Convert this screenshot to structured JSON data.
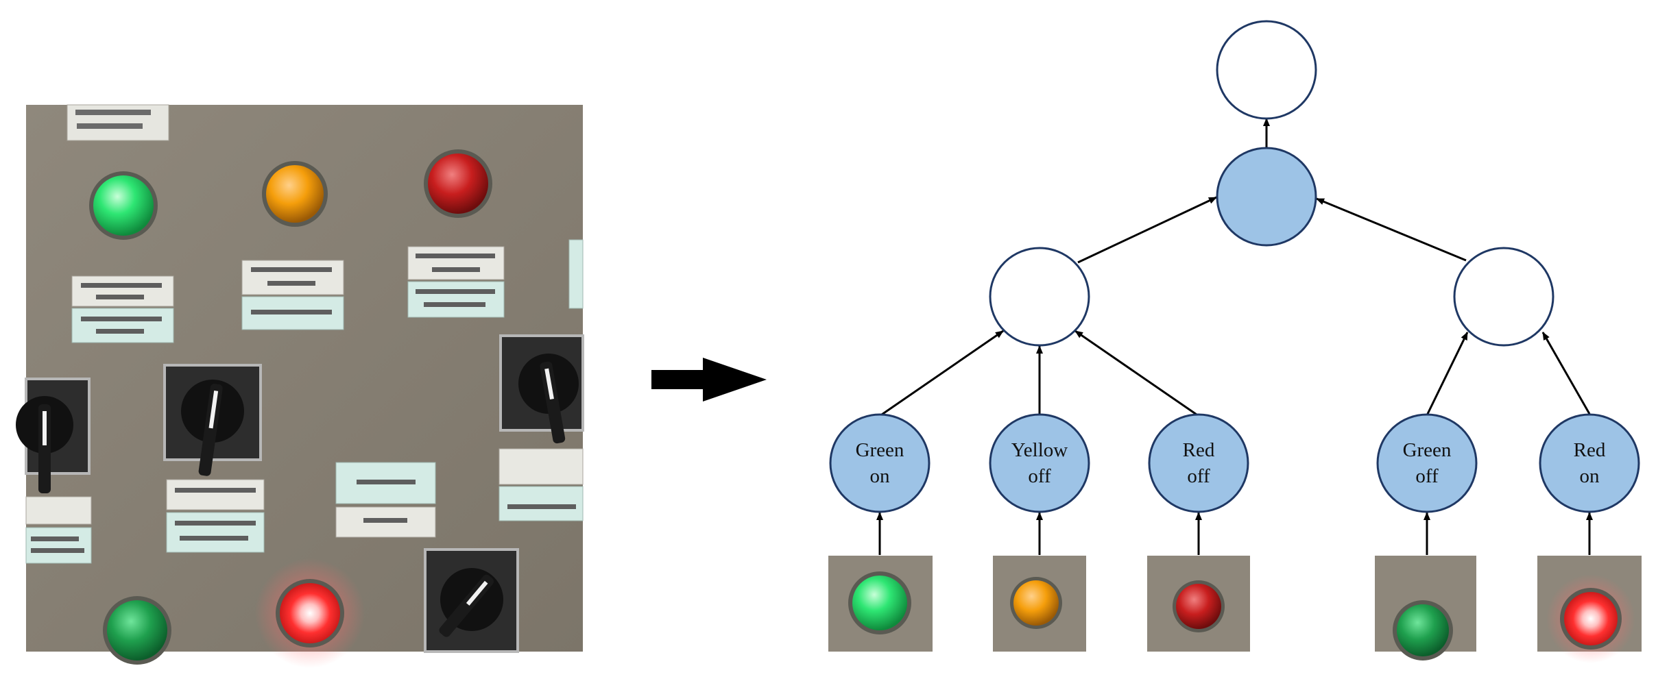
{
  "colors": {
    "node_fill_blue": "#9dc3e6",
    "node_fill_white": "#ffffff",
    "node_stroke": "#1f3864",
    "arrow": "#000000",
    "panel": "#8c857a",
    "panel_dark": "#766f64",
    "lamp_green": "#22c55e",
    "lamp_yellow": "#f59e0b",
    "lamp_red": "#dc2626",
    "lamp_red_lit": "#ff3b3b",
    "plate": "#d9e7e2"
  },
  "leaves": [
    {
      "line1": "Green",
      "line2": "on",
      "lamp": "green-lit"
    },
    {
      "line1": "Yellow",
      "line2": "off",
      "lamp": "yellow"
    },
    {
      "line1": "Red",
      "line2": "off",
      "lamp": "red"
    },
    {
      "line1": "Green",
      "line2": "off",
      "lamp": "green-dim"
    },
    {
      "line1": "Red",
      "line2": "on",
      "lamp": "red-lit"
    }
  ]
}
